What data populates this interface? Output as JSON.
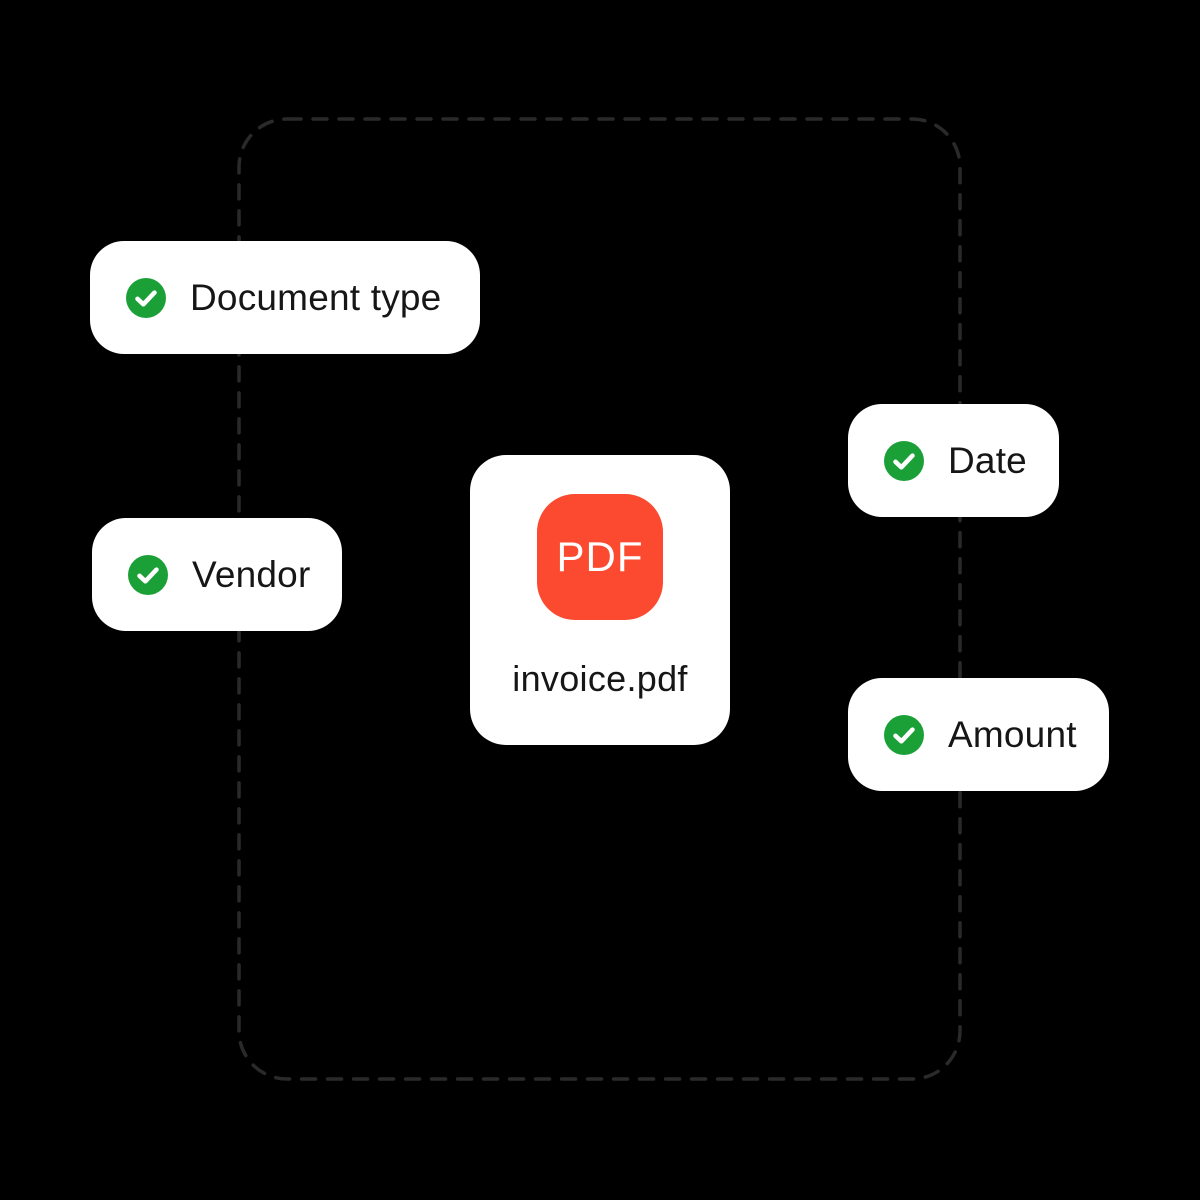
{
  "colors": {
    "background": "#000000",
    "chip_bg": "#ffffff",
    "chip_text": "#161616",
    "check_green": "#1ba038",
    "check_white": "#ffffff",
    "pdf_red": "#fb4a2f",
    "pdf_label": "#ffffff",
    "filename_text": "#161616",
    "dashed_outline": "#2a2a2a"
  },
  "file_card": {
    "badge_label": "PDF",
    "filename": "invoice.pdf"
  },
  "chips": [
    {
      "label": "Document type"
    },
    {
      "label": "Vendor"
    },
    {
      "label": "Date"
    },
    {
      "label": "Amount"
    }
  ]
}
